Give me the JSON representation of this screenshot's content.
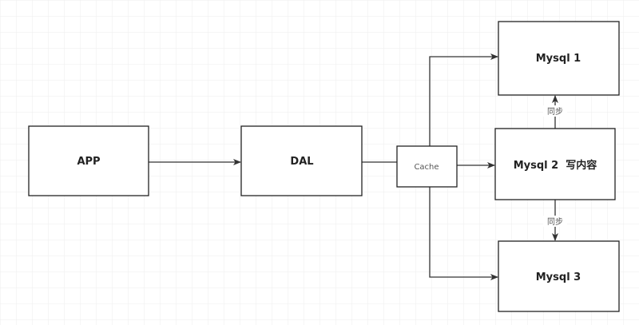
{
  "nodes": {
    "app": "APP",
    "dal": "DAL",
    "cache": "Cache",
    "mysql1": "Mysql 1",
    "mysql2": "Mysql 2  写内容",
    "mysql3": "Mysql 3"
  },
  "edges": {
    "sync_up": "同步",
    "sync_down": "同步"
  }
}
